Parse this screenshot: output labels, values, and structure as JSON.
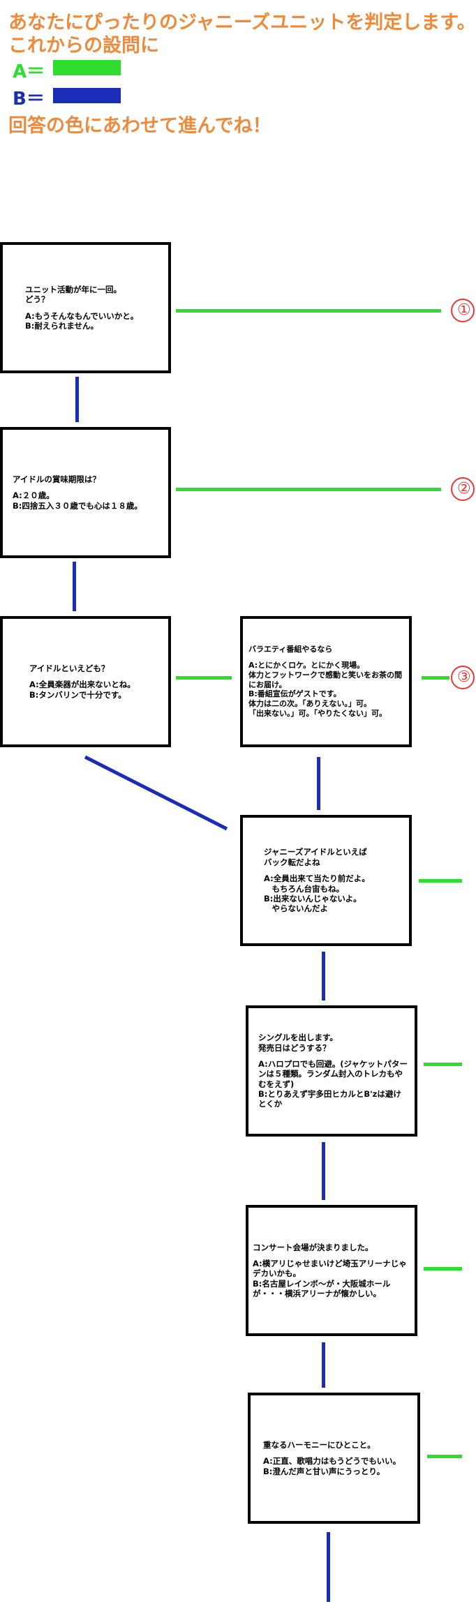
{
  "header": {
    "line1": "あなたにぴったりのジャニーズユニットを判定します。",
    "line2": "これからの設問に",
    "legend_a": "A＝",
    "legend_b": "B＝",
    "line5": "回答の色にあわせて進んでね！",
    "color_a": "#2fdd2f",
    "color_b": "#1a2db8",
    "title_color": "#ee8a3c"
  },
  "questions": [
    {
      "q": "ユニット活動が年に一回。\nどう？",
      "opts": "A:もうそんなもんでいいかと。\nB:耐えられません。"
    },
    {
      "q": "アイドルの賞味期限は？",
      "opts": "A:２０歳。\nB:四捨五入３０歳でも心は１８歳。"
    },
    {
      "q": "アイドルといえども？",
      "opts": "A:全員楽器が出来ないとね。\nB:タンバリンで十分です。"
    },
    {
      "q": "バラエティ番組やるなら",
      "opts": "A:とにかくロケ。とにかく現場。\n体力とフットワークで感動と笑いをお茶の間にお届け。\nB:番組宣伝がゲストです。\n体力は二の次。「ありえない。」可。\n「出来ない。」可。「やりたくない」可。"
    },
    {
      "q": "ジャニーズアイドルといえば\nバック転だよね",
      "opts": "A:全員出来て当たり前だよ。\n　もちろん台宙もね。\nB:出来ないんじゃないよ。\n　やらないんだよ"
    },
    {
      "q": "シングルを出します。\n発売日はどうする？",
      "opts": "A:ハロプロでも回避。(ジャケットパターンは５種類。ランダム封入のトレカもやむをえず)\nB:とりあえず宇多田ヒカルとB'zは避けとくか"
    },
    {
      "q": "コンサート会場が決まりました。",
      "opts": "A:横アリじゃせまいけど埼玉アリーナじゃデカいかも。\nB:名古屋レインボ～が・大阪城ホールが・・・横浜アリーナが懐かしい。"
    },
    {
      "q": "重なるハーモニーにひとこと。",
      "opts": "A:正直、歌唱力はもうどうでもいい。\nB:澄んだ声と甘い声にうっとり。"
    }
  ],
  "result_markers": [
    {
      "label": "①"
    },
    {
      "label": "②"
    },
    {
      "label": "③"
    }
  ]
}
